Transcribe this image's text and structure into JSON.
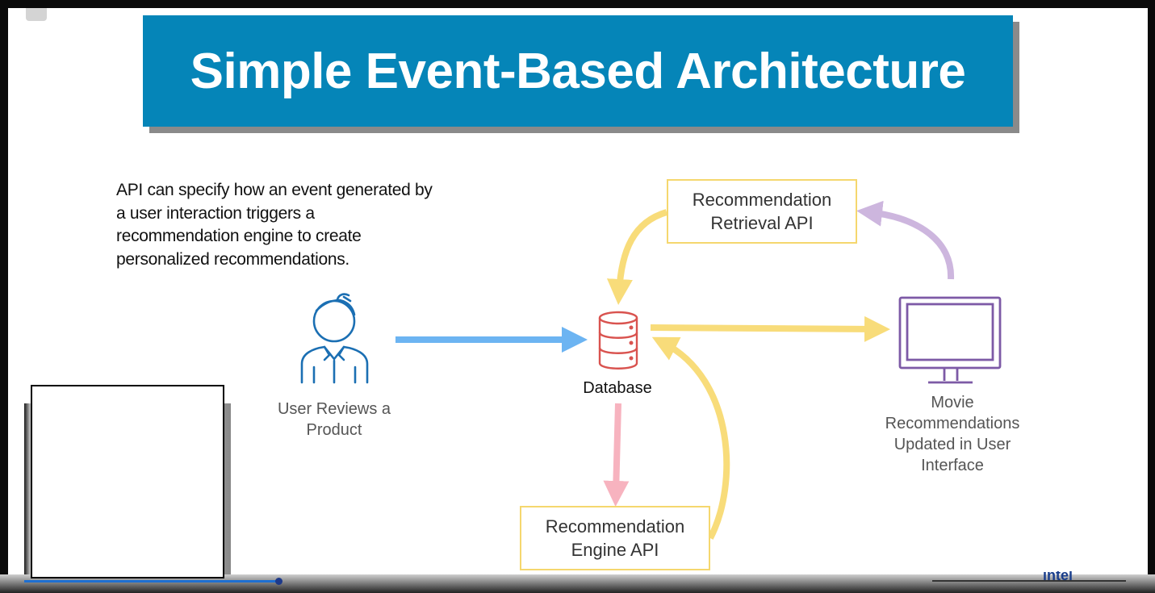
{
  "title": "Simple Event-Based Architecture",
  "description": "API can specify how an event generated by a user interaction triggers a recommendation engine to create personalized recommendations.",
  "nodes": {
    "user": {
      "line1": "User Reviews a",
      "line2": "Product",
      "icon": "user-icon"
    },
    "database": {
      "label": "Database",
      "icon": "database-icon"
    },
    "monitor": {
      "line1": "Movie",
      "line2": "Recommendations",
      "line3": "Updated in User",
      "line4": "Interface",
      "icon": "monitor-icon"
    },
    "retrieval_api": {
      "line1": "Recommendation",
      "line2": "Retrieval API"
    },
    "engine_api": {
      "line1": "Recommendation",
      "line2": "Engine API"
    }
  },
  "colors": {
    "banner": "#0585b8",
    "blue_arrow": "#6cb4f2",
    "yellow_arrow": "#f8dc7a",
    "pink_arrow": "#f7b3bf",
    "purple_arrow": "#cdb6de",
    "user_icon": "#1b6fb3",
    "database_icon": "#d9534f",
    "monitor_icon": "#7d5aa6"
  },
  "logo": "intel"
}
